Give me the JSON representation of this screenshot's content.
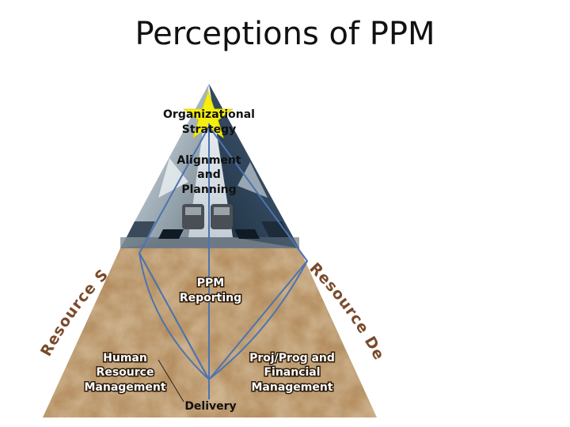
{
  "title": "Perceptions of PPM",
  "pyramid": {
    "apex_label_line1": "Organizational",
    "apex_label_line2": "Strategy",
    "middle_label_line1": "Alignment",
    "middle_label_line2": "and",
    "middle_label_line3": "Planning"
  },
  "base": {
    "center_label_line1": "PPM",
    "center_label_line2": "Reporting",
    "left_label_line1": "Human",
    "left_label_line2": "Resource",
    "left_label_line3": "Management",
    "right_label_line1": "Proj/Prog and",
    "right_label_line2": "Financial",
    "right_label_line3": "Management",
    "bottom_label": "Delivery"
  },
  "side_labels": {
    "left": "Resource Supply",
    "right": "Resource Demand"
  },
  "colors": {
    "star": "#f5ee10",
    "rust_base": "#b89366",
    "rust_dark": "#8a6a44",
    "steel_light": "#b8c4cc",
    "steel_mid": "#7d8c97",
    "steel_dark": "#2c3f55",
    "line_blue": "#4c74b0",
    "side_label": "#7a4a2a"
  }
}
